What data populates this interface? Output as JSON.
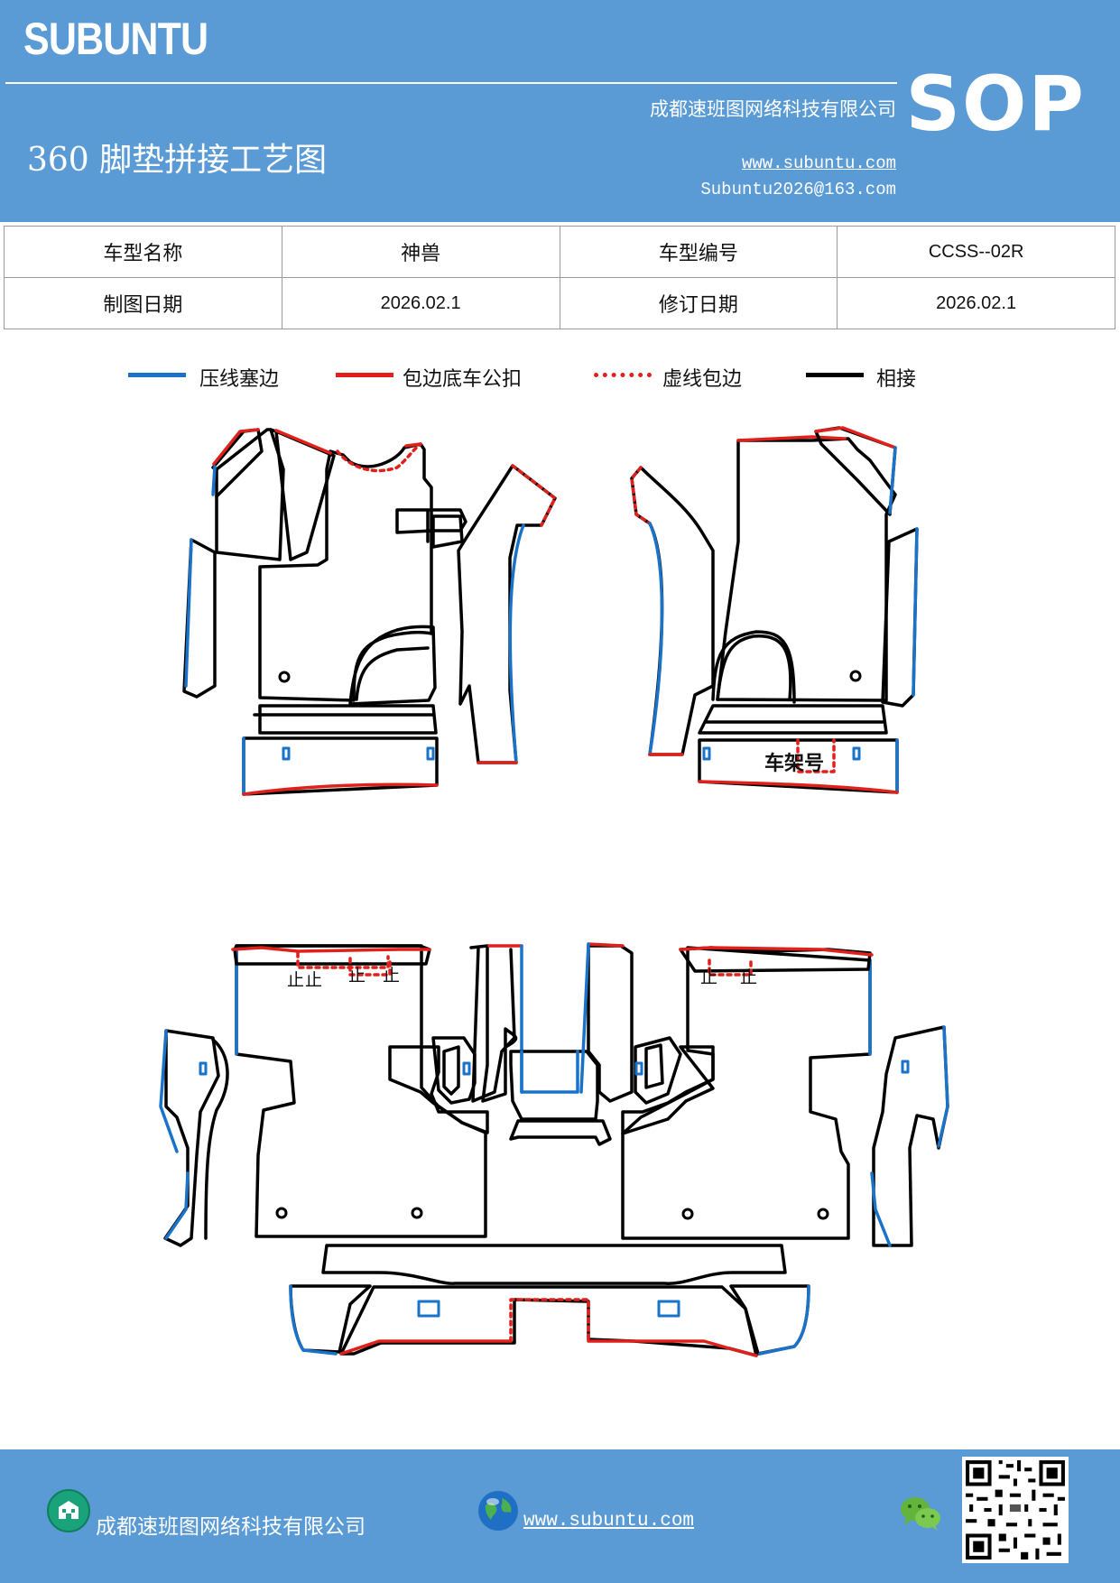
{
  "header": {
    "brand": "SUBUNTU",
    "badge": "SOP",
    "title": "360 脚垫拼接工艺图",
    "company": "成都速班图网络科技有限公司",
    "website": "www.subuntu.com",
    "email": "Subuntu2026@163.com"
  },
  "info_table": {
    "rows": [
      [
        "车型名称",
        "神兽",
        "车型编号",
        "CCSS--02R"
      ],
      [
        "制图日期",
        "2026.02.1",
        "修订日期",
        "2026.02.1"
      ]
    ]
  },
  "legend": [
    {
      "label": "压线塞边",
      "color": "#1a73c8",
      "style": "solid"
    },
    {
      "label": "包边底车公扣",
      "color": "#e0211b",
      "style": "solid"
    },
    {
      "label": "虚线包边",
      "color": "#e0211b",
      "style": "dotted"
    },
    {
      "label": "相接",
      "color": "#000000",
      "style": "solid"
    }
  ],
  "drawing": {
    "frame_label": "车架号",
    "stitch_mark": "止"
  },
  "colors": {
    "header_bg": "#5b9bd5",
    "press_line": "#1a73c8",
    "edge_line": "#e0211b",
    "join_line": "#000000"
  },
  "footer": {
    "company": "成都速班图网络科技有限公司",
    "website": "www.subuntu.com ",
    "icons": [
      "building-icon",
      "globe-icon",
      "wechat-icon",
      "qr-code"
    ]
  }
}
